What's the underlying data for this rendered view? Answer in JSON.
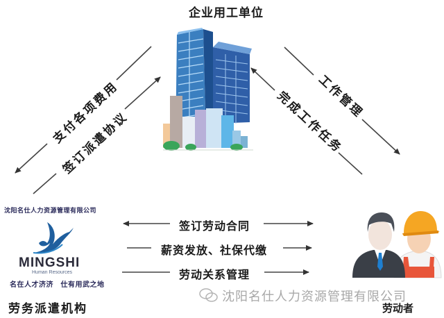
{
  "title": "企业用工单位",
  "relations": {
    "pay_fees": "支付各项费用",
    "sign_dispatch": "签订派遣协议",
    "work_management": "工作管理",
    "complete_tasks": "完成工作任务",
    "sign_labor_contract": "签订劳动合同",
    "salary_insurance": "薪资发放、社保代缴",
    "labor_relations": "劳动关系管理"
  },
  "agency": {
    "company_name": "沈阳名仕人力资源管理有限公司",
    "brand": "MINGSHI",
    "brand_sub": "Human Resources",
    "slogan": "名在人才济济　仕有用武之地",
    "label": "劳务派遣机构",
    "logo_color": "#1f5f9e"
  },
  "worker": {
    "label": "劳动者"
  },
  "watermark": {
    "icon": "wechat-icon",
    "text": "沈阳名仕人力资源管理有限公司"
  },
  "colors": {
    "arrow": "#333333",
    "text": "#1a1a1a",
    "building_blue": "#3b7fc0",
    "helmet": "#f5a623",
    "watermark": "#a8a8a8"
  }
}
